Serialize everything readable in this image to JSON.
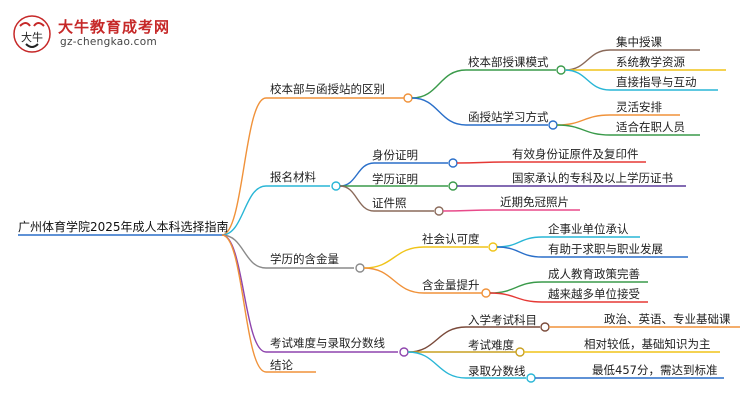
{
  "brand": {
    "name": "大牛教育成考网",
    "url": "gz-chengkao.com",
    "logo_glyph": "大牛",
    "accent": "#c62828"
  },
  "mindmap": {
    "root": "广州体育学院2025年成人本科选择指南",
    "branches": [
      {
        "label": "校本部与函授站的区别",
        "color": "#f0923a",
        "children": [
          {
            "label": "校本部授课模式",
            "color": "#3a9a4a",
            "children": [
              {
                "label": "集中授课",
                "color": "#8a6a5a"
              },
              {
                "label": "系统教学资源",
                "color": "#f0c419"
              },
              {
                "label": "直接指导与互动",
                "color": "#29b6d6"
              }
            ]
          },
          {
            "label": "函授站学习方式",
            "color": "#2a6fc9",
            "children": [
              {
                "label": "灵活安排",
                "color": "#f0923a"
              },
              {
                "label": "适合在职人员",
                "color": "#3a9a4a"
              }
            ]
          }
        ]
      },
      {
        "label": "报名材料",
        "color": "#29b6d6",
        "children": [
          {
            "label": "身份证明",
            "color": "#2a6fc9",
            "children": [
              {
                "label": "有效身份证原件及复印件",
                "color": "#e53935"
              }
            ]
          },
          {
            "label": "学历证明",
            "color": "#3a9a4a",
            "children": [
              {
                "label": "国家承认的专科及以上学历证书",
                "color": "#5a3a9a"
              }
            ]
          },
          {
            "label": "证件照",
            "color": "#8a6a5a",
            "children": [
              {
                "label": "近期免冠照片",
                "color": "#e84a8a"
              }
            ]
          }
        ]
      },
      {
        "label": "学历的含金量",
        "color": "#8a8a8a",
        "children": [
          {
            "label": "社会认可度",
            "color": "#f0c419",
            "children": [
              {
                "label": "企事业单位承认",
                "color": "#29b6d6"
              },
              {
                "label": "有助于求职与职业发展",
                "color": "#2a6fc9"
              }
            ]
          },
          {
            "label": "含金量提升",
            "color": "#f0923a",
            "children": [
              {
                "label": "成人教育政策完善",
                "color": "#3a9a4a"
              },
              {
                "label": "越来越多单位接受",
                "color": "#e53935"
              }
            ]
          }
        ]
      },
      {
        "label": "考试难度与录取分数线",
        "color": "#8e44ad",
        "children": [
          {
            "label": "入学考试科目",
            "color": "#7a4a3a",
            "children": [
              {
                "label": "政治、英语、专业基础课",
                "color": "#f0923a"
              }
            ]
          },
          {
            "label": "考试难度",
            "color": "#c9a020",
            "children": [
              {
                "label": "相对较低，基础知识为主",
                "color": "#f0c419"
              }
            ]
          },
          {
            "label": "录取分数线",
            "color": "#29b6d6",
            "children": [
              {
                "label": "最低457分，需达到标准",
                "color": "#2a6fc9"
              }
            ]
          }
        ]
      },
      {
        "label": "结论",
        "color": "#f0923a",
        "children": []
      }
    ]
  }
}
